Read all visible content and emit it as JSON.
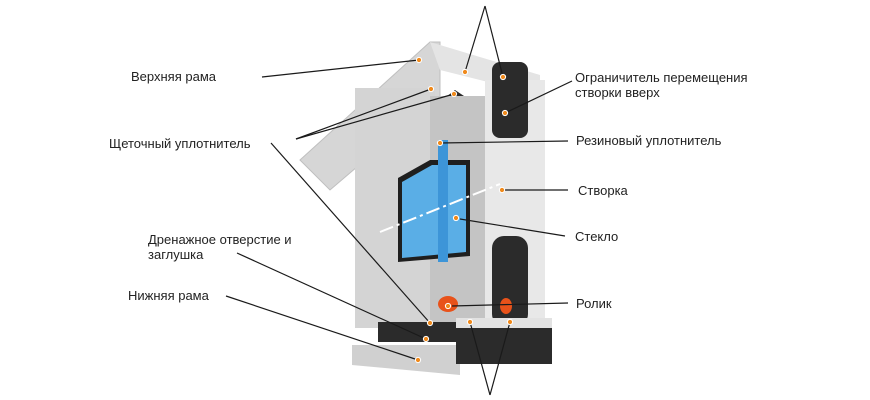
{
  "diagram": {
    "subject": "sliding window profile cross-section",
    "colors": {
      "background": "#ffffff",
      "label_text": "#222222",
      "leader_line": "#1a1a1a",
      "marker_dot": "#f08a1c",
      "profile_light": "#d9d9d9",
      "profile_mid": "#bdbdbd",
      "profile_dark": "#2b2b2b",
      "glass": "#5aaee6",
      "roller": "#e8521a"
    },
    "labels_left": [
      {
        "id": "top-frame",
        "text": "Верхняя рама"
      },
      {
        "id": "brush-seal",
        "text": "Щеточный уплотнитель"
      },
      {
        "id": "drain-hole",
        "text": "Дренажное отверстие и заглушка"
      },
      {
        "id": "bottom-frame",
        "text": "Нижняя рама"
      }
    ],
    "labels_right": [
      {
        "id": "sash-stop",
        "text": "Ограничитель перемещения створки вверх"
      },
      {
        "id": "rubber-seal",
        "text": "Резиновый уплотнитель"
      },
      {
        "id": "sash",
        "text": "Створка"
      },
      {
        "id": "glass",
        "text": "Стекло"
      },
      {
        "id": "roller",
        "text": "Ролик"
      }
    ]
  }
}
